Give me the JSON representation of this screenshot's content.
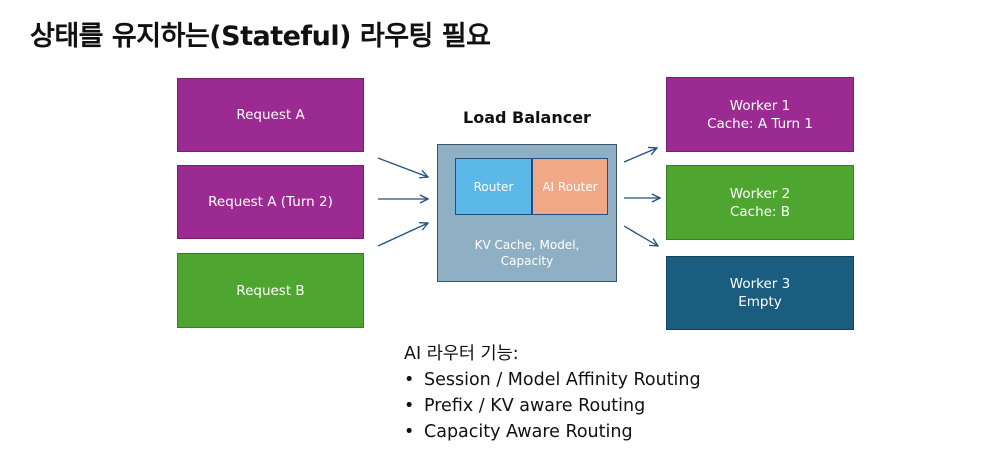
{
  "title": "상태를 유지하는(Stateful) 라우팅 필요",
  "requests": [
    {
      "label": "Request A",
      "color": "#9c2a93"
    },
    {
      "label": "Request A (Turn 2)",
      "color": "#9c2a93"
    },
    {
      "label": "Request B",
      "color": "#4ea631"
    }
  ],
  "load_balancer": {
    "title": "Load Balancer",
    "color": "#8fb0c4",
    "router_label": "Router",
    "router_color": "#5cb8e6",
    "ai_router_label": "AI Router",
    "ai_router_color": "#f0a887",
    "detail_line1": "KV Cache, Model,",
    "detail_line2": "Capacity"
  },
  "workers": [
    {
      "line1": "Worker 1",
      "line2": "Cache: A Turn 1",
      "color": "#9c2a93"
    },
    {
      "line1": "Worker 2",
      "line2": "Cache: B",
      "color": "#4ea631"
    },
    {
      "line1": "Worker 3",
      "line2": "Empty",
      "color": "#1a5d7e"
    }
  ],
  "features": {
    "heading": "AI 라우터 기능:",
    "items": [
      "Session / Model Affinity Routing",
      "Prefix / KV aware Routing",
      "Capacity Aware Routing"
    ]
  },
  "arrow_color": "#1f4f7a"
}
